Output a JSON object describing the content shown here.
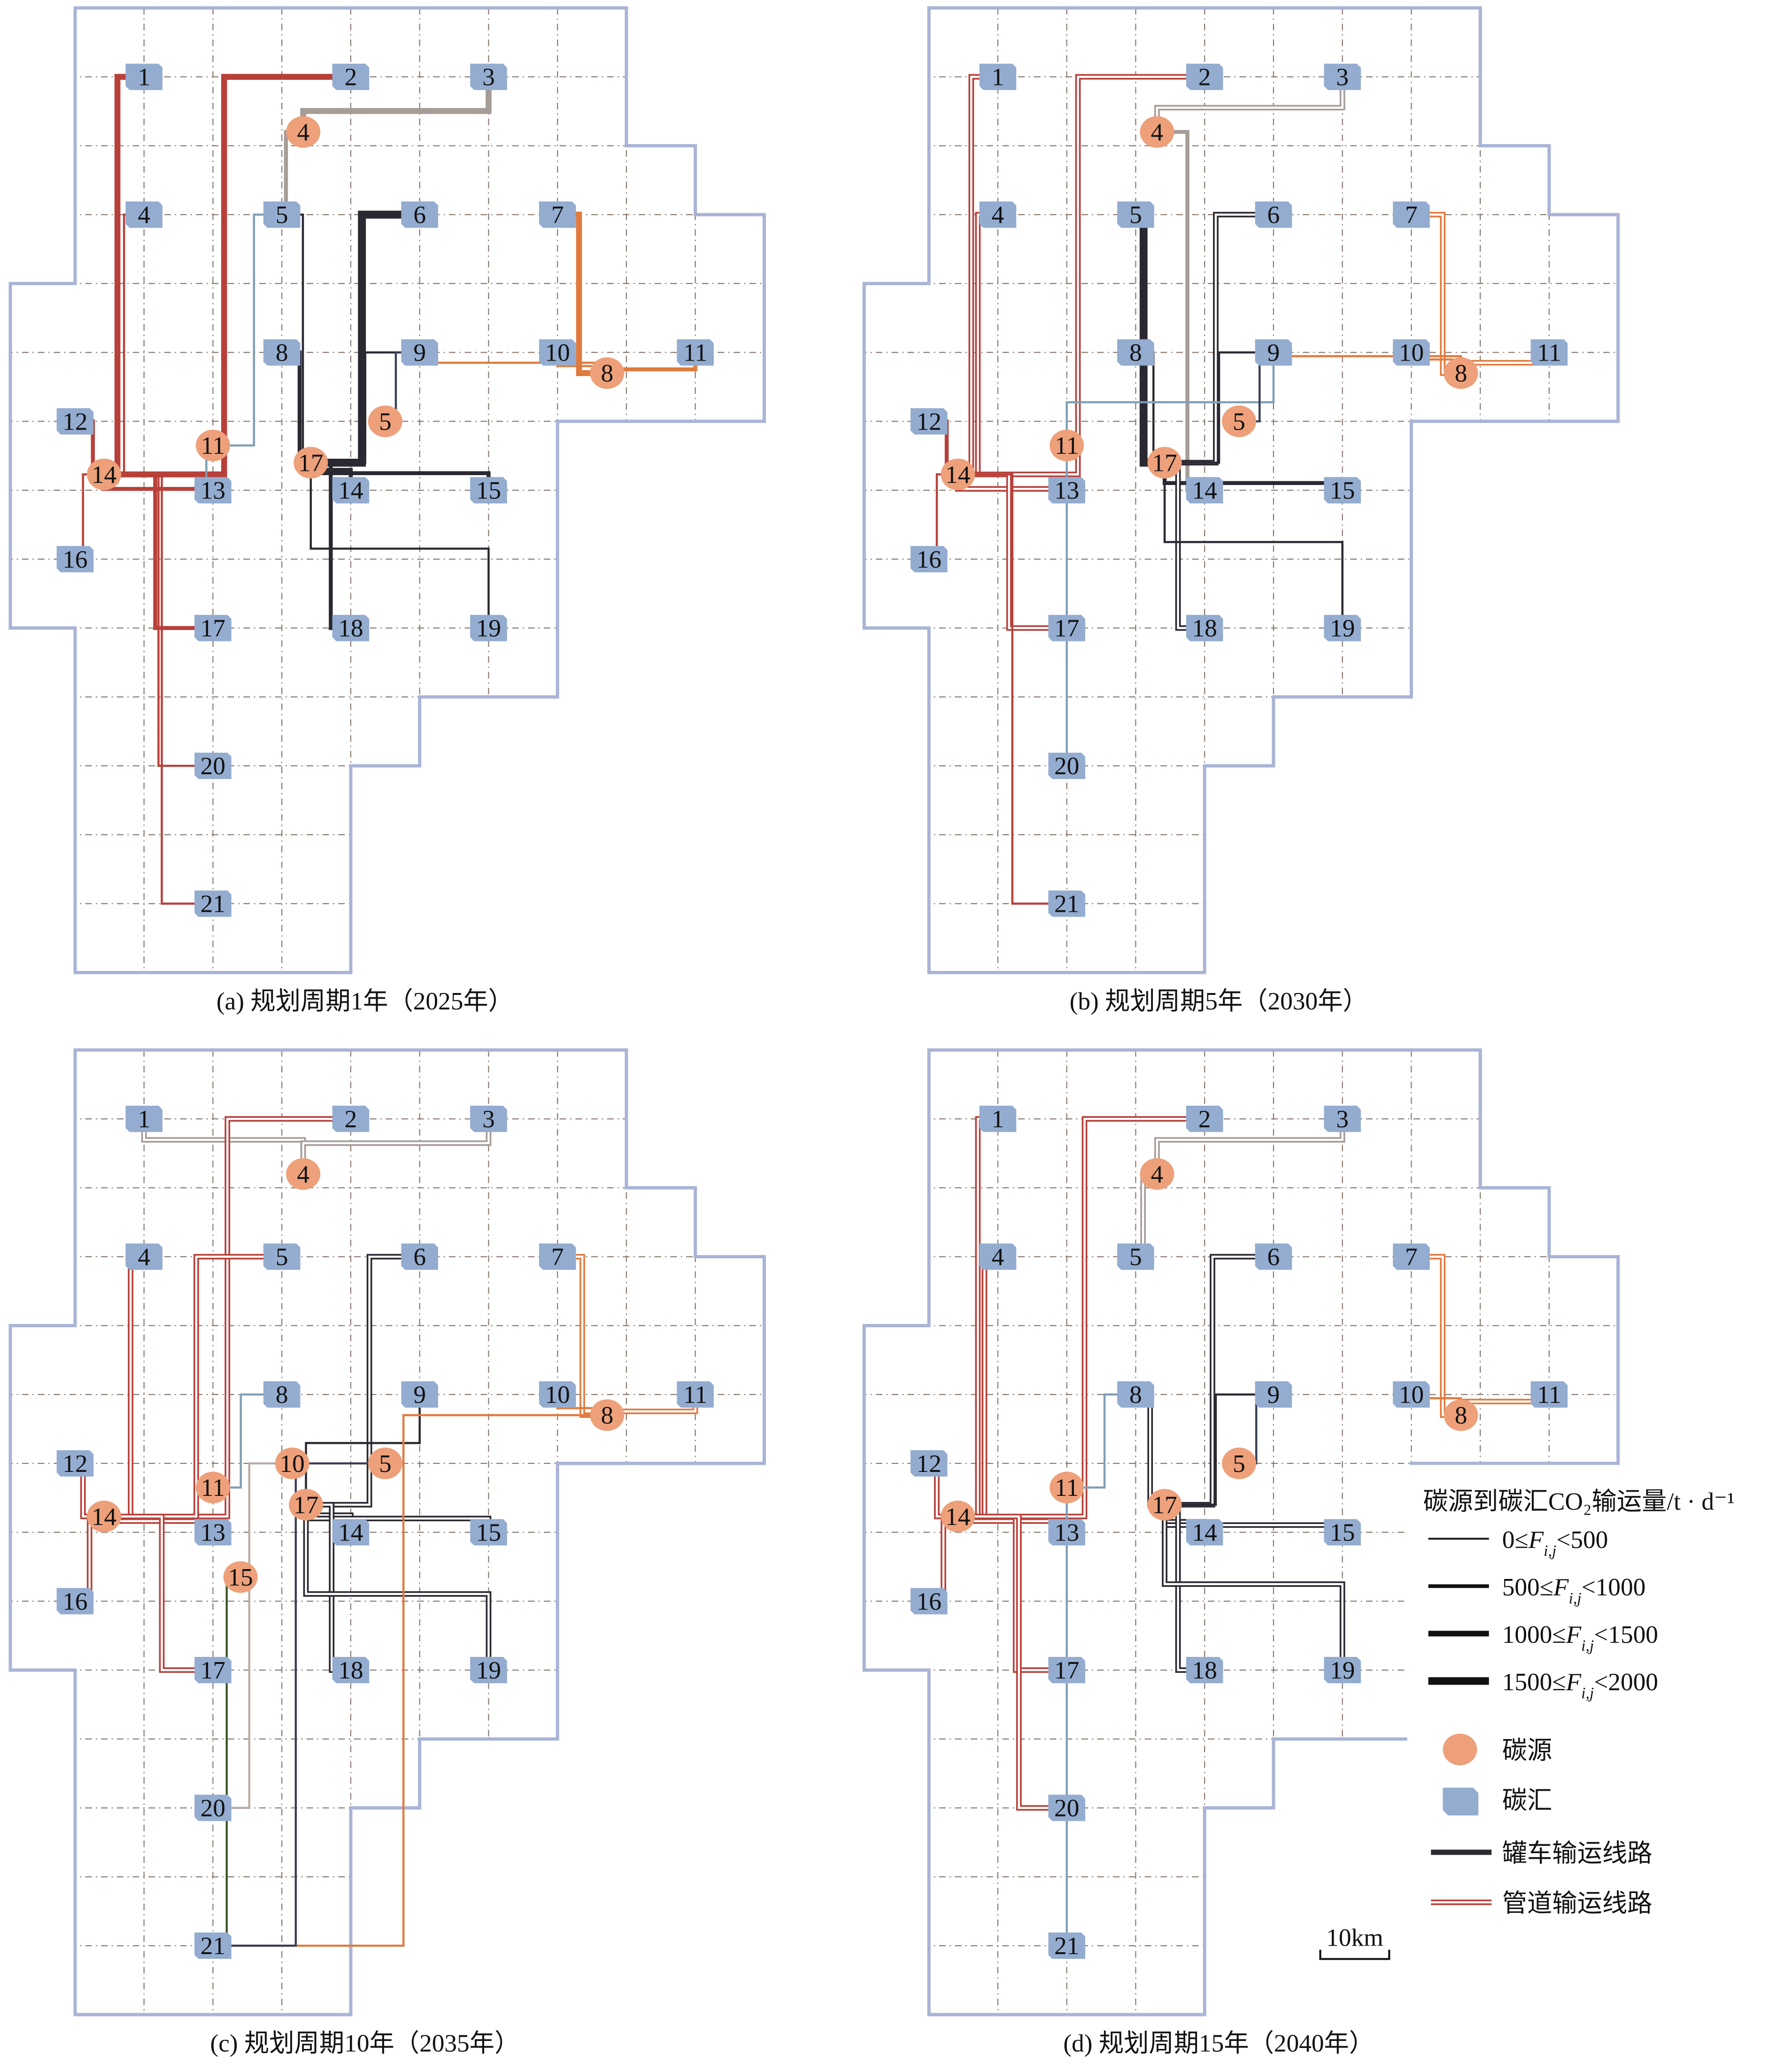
{
  "colors": {
    "boundary": "#a9b4d6",
    "grid": "#8a7a70",
    "sink": "#93acd0",
    "source": "#eda07a",
    "tanker": "#2e2b33",
    "pipeline": "#b8403a"
  },
  "source_colors": {
    "1": "#b8403a",
    "14": "#b8403a",
    "4": "#a59c98",
    "17": "#2a2830",
    "11": "#7f9fb5",
    "8": "#e07a3e",
    "5": "#3a3f55",
    "10": "#b8aca6",
    "15": "#3f5a2a"
  },
  "panels": [
    {
      "caption": "(a) 规划周期1年（2025年）",
      "sources": [
        "4",
        "14",
        "11",
        "17",
        "5",
        "8"
      ],
      "sinks": [
        "1",
        "2",
        "3",
        "4",
        "5",
        "6",
        "7",
        "8",
        "9",
        "10",
        "11",
        "12",
        "13",
        "14",
        "15",
        "16",
        "17",
        "18",
        "19",
        "20",
        "21"
      ],
      "routes": [
        {
          "from": "14",
          "to": "1",
          "mode": "tanker",
          "level": 2
        },
        {
          "from": "14",
          "to": "2",
          "mode": "tanker",
          "level": 2
        },
        {
          "from": "14",
          "to": "4",
          "mode": "tanker",
          "level": 0
        },
        {
          "from": "14",
          "to": "12",
          "mode": "tanker",
          "level": 1
        },
        {
          "from": "14",
          "to": "13",
          "mode": "tanker",
          "level": 1
        },
        {
          "from": "14",
          "to": "16",
          "mode": "tanker",
          "level": 0
        },
        {
          "from": "14",
          "to": "17",
          "mode": "tanker",
          "level": 1
        },
        {
          "from": "14",
          "to": "20",
          "mode": "tanker",
          "level": 0
        },
        {
          "from": "14",
          "to": "21",
          "mode": "tanker",
          "level": 0
        },
        {
          "from": "4",
          "to": "3",
          "mode": "tanker",
          "level": 2
        },
        {
          "from": "4",
          "to": "5",
          "mode": "tanker",
          "level": 1
        },
        {
          "from": "17",
          "to": "6",
          "mode": "tanker",
          "level": 3
        },
        {
          "from": "17",
          "to": "9",
          "mode": "tanker",
          "level": 0
        },
        {
          "from": "17",
          "to": "8",
          "mode": "tanker",
          "level": 1
        },
        {
          "from": "17",
          "to": "5",
          "mode": "tanker",
          "level": 0
        },
        {
          "from": "17",
          "to": "14",
          "mode": "tanker",
          "level": 1
        },
        {
          "from": "17",
          "to": "15",
          "mode": "tanker",
          "level": 1
        },
        {
          "from": "17",
          "to": "18",
          "mode": "tanker",
          "level": 1
        },
        {
          "from": "17",
          "to": "19",
          "mode": "tanker",
          "level": 0
        },
        {
          "from": "11",
          "to": "5",
          "mode": "tanker",
          "level": 0
        },
        {
          "from": "11",
          "to": "13",
          "mode": "tanker",
          "level": 0
        },
        {
          "from": "8",
          "to": "7",
          "mode": "tanker",
          "level": 2
        },
        {
          "from": "8",
          "to": "9",
          "mode": "tanker",
          "level": 0
        },
        {
          "from": "8",
          "to": "10",
          "mode": "tanker",
          "level": 0
        },
        {
          "from": "8",
          "to": "11",
          "mode": "tanker",
          "level": 1
        },
        {
          "from": "5",
          "to": "9",
          "mode": "tanker",
          "level": 0
        }
      ]
    },
    {
      "caption": "(b) 规划周期5年（2030年）",
      "sources": [
        "4",
        "14",
        "11",
        "17",
        "5",
        "8"
      ],
      "sinks": [
        "1",
        "2",
        "3",
        "4",
        "5",
        "6",
        "7",
        "8",
        "9",
        "10",
        "11",
        "12",
        "13",
        "14",
        "15",
        "16",
        "17",
        "18",
        "19",
        "20",
        "21"
      ],
      "routes": [
        {
          "from": "14",
          "to": "1",
          "mode": "pipeline",
          "level": 0
        },
        {
          "from": "14",
          "to": "2",
          "mode": "pipeline",
          "level": 0
        },
        {
          "from": "14",
          "to": "4",
          "mode": "pipeline",
          "level": 0
        },
        {
          "from": "14",
          "to": "12",
          "mode": "tanker",
          "level": 1
        },
        {
          "from": "14",
          "to": "13",
          "mode": "pipeline",
          "level": 0
        },
        {
          "from": "14",
          "to": "16",
          "mode": "tanker",
          "level": 0
        },
        {
          "from": "14",
          "to": "17",
          "mode": "pipeline",
          "level": 0
        },
        {
          "from": "14",
          "to": "21",
          "mode": "tanker",
          "level": 0
        },
        {
          "from": "4",
          "to": "3",
          "mode": "pipeline",
          "level": 0
        },
        {
          "from": "4",
          "to": "14",
          "mode": "tanker",
          "level": 1
        },
        {
          "from": "17",
          "to": "5",
          "mode": "tanker",
          "level": 3
        },
        {
          "from": "17",
          "to": "6",
          "mode": "pipeline",
          "level": 0
        },
        {
          "from": "17",
          "to": "9",
          "mode": "tanker",
          "level": 0
        },
        {
          "from": "17",
          "to": "8",
          "mode": "tanker",
          "level": 0
        },
        {
          "from": "17",
          "to": "15",
          "mode": "tanker",
          "level": 1
        },
        {
          "from": "17",
          "to": "18",
          "mode": "pipeline",
          "level": 0
        },
        {
          "from": "17",
          "to": "19",
          "mode": "tanker",
          "level": 0
        },
        {
          "from": "11",
          "to": "20",
          "mode": "tanker",
          "level": 0
        },
        {
          "from": "11",
          "to": "9",
          "mode": "tanker",
          "level": 0
        },
        {
          "from": "8",
          "to": "7",
          "mode": "pipeline",
          "level": 0
        },
        {
          "from": "8",
          "to": "9",
          "mode": "tanker",
          "level": 0
        },
        {
          "from": "8",
          "to": "10",
          "mode": "tanker",
          "level": 0
        },
        {
          "from": "8",
          "to": "11",
          "mode": "pipeline",
          "level": 0
        },
        {
          "from": "5",
          "to": "9",
          "mode": "tanker",
          "level": 0
        }
      ]
    },
    {
      "caption": "(c) 规划周期10年（2035年）",
      "sources": [
        "4",
        "14",
        "11",
        "10",
        "17",
        "5",
        "15",
        "8"
      ],
      "sinks": [
        "1",
        "2",
        "3",
        "4",
        "5",
        "6",
        "7",
        "8",
        "9",
        "10",
        "11",
        "12",
        "13",
        "14",
        "15",
        "16",
        "17",
        "18",
        "19",
        "20",
        "21"
      ],
      "routes": [
        {
          "from": "4",
          "to": "1",
          "mode": "pipeline",
          "level": 0
        },
        {
          "from": "4",
          "to": "3",
          "mode": "pipeline",
          "level": 0
        },
        {
          "from": "14",
          "to": "2",
          "mode": "pipeline",
          "level": 0
        },
        {
          "from": "14",
          "to": "5",
          "mode": "pipeline",
          "level": 0
        },
        {
          "from": "14",
          "to": "4",
          "mode": "pipeline",
          "level": 0
        },
        {
          "from": "14",
          "to": "12",
          "mode": "pipeline",
          "level": 0
        },
        {
          "from": "14",
          "to": "13",
          "mode": "pipeline",
          "level": 0
        },
        {
          "from": "14",
          "to": "16",
          "mode": "pipeline",
          "level": 0
        },
        {
          "from": "14",
          "to": "17",
          "mode": "pipeline",
          "level": 0
        },
        {
          "from": "17",
          "to": "6",
          "mode": "pipeline",
          "level": 0
        },
        {
          "from": "17",
          "to": "9",
          "mode": "tanker",
          "level": 0
        },
        {
          "from": "17",
          "to": "14",
          "mode": "pipeline",
          "level": 0
        },
        {
          "from": "17",
          "to": "15",
          "mode": "pipeline",
          "level": 0
        },
        {
          "from": "17",
          "to": "18",
          "mode": "pipeline",
          "level": 0
        },
        {
          "from": "17",
          "to": "19",
          "mode": "pipeline",
          "level": 0
        },
        {
          "from": "11",
          "to": "8",
          "mode": "tanker",
          "level": 0
        },
        {
          "from": "10",
          "to": "20",
          "mode": "tanker",
          "level": 0
        },
        {
          "from": "8",
          "to": "7",
          "mode": "pipeline",
          "level": 0
        },
        {
          "from": "8",
          "to": "10",
          "mode": "tanker",
          "level": 0
        },
        {
          "from": "8",
          "to": "11",
          "mode": "pipeline",
          "level": 0
        },
        {
          "from": "8",
          "to": "21",
          "mode": "tanker",
          "level": 0
        },
        {
          "from": "5",
          "to": "21",
          "mode": "tanker",
          "level": 0
        },
        {
          "from": "15",
          "to": "21",
          "mode": "tanker",
          "level": 0
        }
      ]
    },
    {
      "caption": "(d) 规划周期15年（2040年）",
      "sources": [
        "4",
        "14",
        "11",
        "17",
        "5",
        "8"
      ],
      "sinks": [
        "1",
        "2",
        "3",
        "4",
        "5",
        "6",
        "7",
        "8",
        "9",
        "10",
        "11",
        "12",
        "13",
        "14",
        "15",
        "16",
        "17",
        "18",
        "19",
        "20",
        "21"
      ],
      "routes": [
        {
          "from": "4",
          "to": "3",
          "mode": "pipeline",
          "level": 0
        },
        {
          "from": "4",
          "to": "5",
          "mode": "pipeline",
          "level": 0
        },
        {
          "from": "14",
          "to": "1",
          "mode": "pipeline",
          "level": 0
        },
        {
          "from": "14",
          "to": "2",
          "mode": "pipeline",
          "level": 0
        },
        {
          "from": "14",
          "to": "4",
          "mode": "pipeline",
          "level": 0
        },
        {
          "from": "14",
          "to": "12",
          "mode": "pipeline",
          "level": 0
        },
        {
          "from": "14",
          "to": "13",
          "mode": "pipeline",
          "level": 0
        },
        {
          "from": "14",
          "to": "16",
          "mode": "pipeline",
          "level": 0
        },
        {
          "from": "14",
          "to": "17",
          "mode": "pipeline",
          "level": 0
        },
        {
          "from": "14",
          "to": "20",
          "mode": "pipeline",
          "level": 0
        },
        {
          "from": "17",
          "to": "6",
          "mode": "pipeline",
          "level": 0
        },
        {
          "from": "17",
          "to": "9",
          "mode": "tanker",
          "level": 0
        },
        {
          "from": "17",
          "to": "8",
          "mode": "pipeline",
          "level": 0
        },
        {
          "from": "17",
          "to": "14",
          "mode": "pipeline",
          "level": 0
        },
        {
          "from": "17",
          "to": "15",
          "mode": "pipeline",
          "level": 0
        },
        {
          "from": "17",
          "to": "18",
          "mode": "pipeline",
          "level": 0
        },
        {
          "from": "17",
          "to": "19",
          "mode": "pipeline",
          "level": 0
        },
        {
          "from": "11",
          "to": "21",
          "mode": "tanker",
          "level": 0
        },
        {
          "from": "11",
          "to": "8",
          "mode": "tanker",
          "level": 0
        },
        {
          "from": "8",
          "to": "7",
          "mode": "pipeline",
          "level": 0
        },
        {
          "from": "8",
          "to": "10",
          "mode": "tanker",
          "level": 0
        },
        {
          "from": "8",
          "to": "11",
          "mode": "pipeline",
          "level": 0
        },
        {
          "from": "5",
          "to": "9",
          "mode": "tanker",
          "level": 0
        }
      ]
    }
  ],
  "legend": {
    "title": "碳源到碳汇CO₂输运量/t · d⁻¹",
    "flow_levels": [
      {
        "prefix": "0≤",
        "var": "F",
        "sub": "i,j",
        "suffix": "<500"
      },
      {
        "prefix": "500≤",
        "var": "F",
        "sub": "i,j",
        "suffix": "<1000"
      },
      {
        "prefix": "1000≤",
        "var": "F",
        "sub": "i,j",
        "suffix": "<1500"
      },
      {
        "prefix": "1500≤",
        "var": "F",
        "sub": "i,j",
        "suffix": "<2000"
      }
    ],
    "source_label": "碳源",
    "sink_label": "碳汇",
    "tanker_label": "罐车输运线路",
    "pipeline_label": "管道输运线路"
  },
  "scale_bar": "10km"
}
